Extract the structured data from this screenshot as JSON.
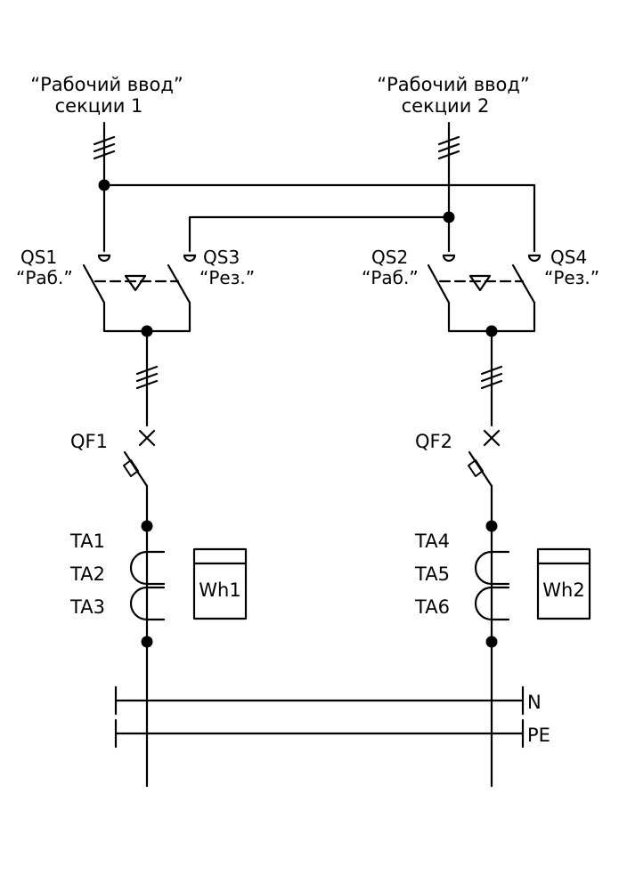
{
  "feeder1": {
    "line1": "“Рабочий ввод”",
    "line2": "секции 1"
  },
  "feeder2": {
    "line1": "“Рабочий ввод”",
    "line2": "секции 2"
  },
  "switches": {
    "qs1": {
      "name": "QS1",
      "role": "“Раб.”"
    },
    "qs3": {
      "name": "QS3",
      "role": "“Рез.”"
    },
    "qs2": {
      "name": "QS2",
      "role": "“Раб.”"
    },
    "qs4": {
      "name": "QS4",
      "role": "“Рез.”"
    }
  },
  "breakers": {
    "qf1": "QF1",
    "qf2": "QF2"
  },
  "transformers_left": [
    "TA1",
    "TA2",
    "TA3"
  ],
  "transformers_right": [
    "TA4",
    "TA5",
    "TA6"
  ],
  "meters": {
    "wh1": "Wh1",
    "wh2": "Wh2"
  },
  "buses": {
    "n": "N",
    "pe": "PE"
  },
  "colors": {
    "line": "#000000",
    "background": "#ffffff"
  }
}
